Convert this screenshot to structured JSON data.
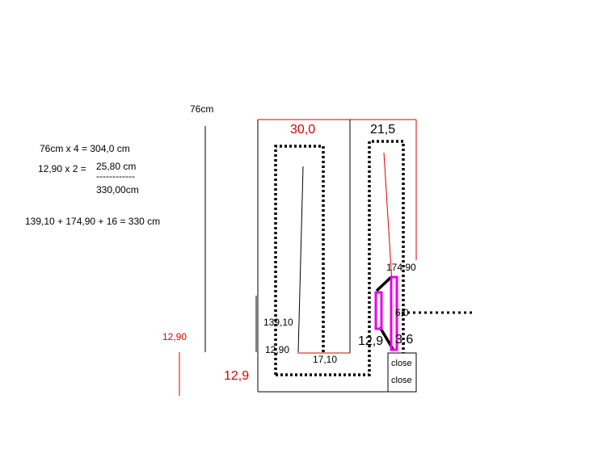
{
  "labels": {
    "height_76": "76cm",
    "calc_line1": "76cm x 4 =  304,0 cm",
    "calc_line2_left": "12,90 x 2  =",
    "calc_line2_right": "25,80 cm",
    "calc_sep": "------------",
    "calc_total": "330,00cm",
    "calc_sum": "139,10 + 174,90 + 16 = 330 cm",
    "left_red_value": "12,90",
    "width_a": "30,0",
    "width_b": "21,5",
    "dim_139": "139,10",
    "dim_1290": "12,90",
    "dim_1710": "17,10",
    "dim_129_red": "12,9",
    "dim_17490": "174,90",
    "dim_129_black": "12,9",
    "dim_36": "3,6",
    "dim_x0": "6,0"
  },
  "buttons": {
    "close_1": "close",
    "close_2": "close"
  },
  "colors": {
    "line": "#000000",
    "accent_red": "#e00000",
    "magenta": "#e800e8"
  }
}
